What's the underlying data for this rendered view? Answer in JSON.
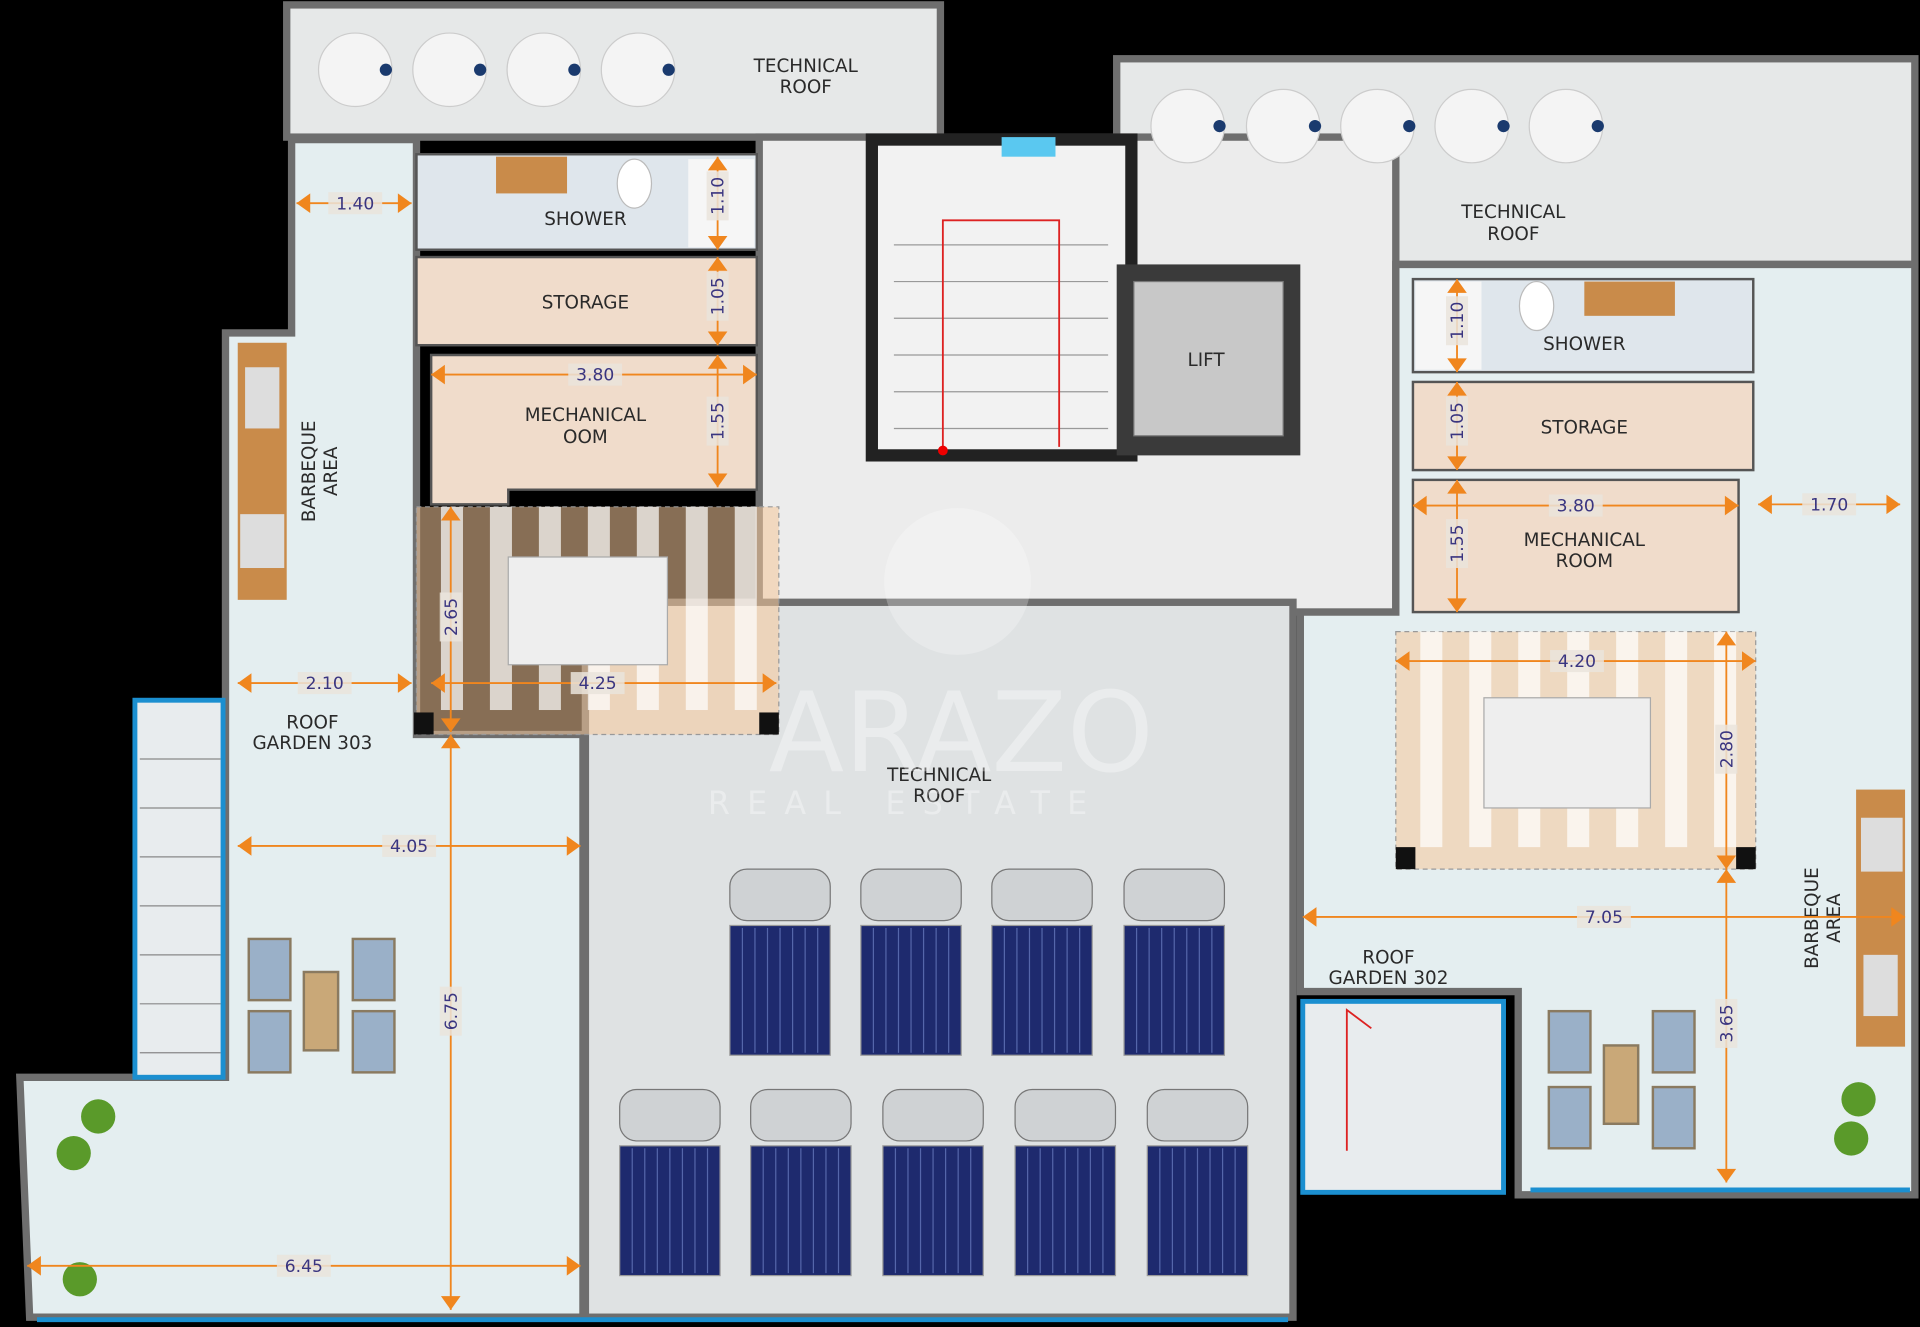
{
  "plan": {
    "rooms": {
      "technical_roof_top_left": [
        "TECHNICAL",
        "ROOF"
      ],
      "technical_roof_top_right": [
        "TECHNICAL",
        "ROOF"
      ],
      "technical_roof_center": [
        "TECHNICAL",
        "ROOF"
      ],
      "shower_left": "SHOWER",
      "storage_left": "STORAGE",
      "mechanical_left": [
        "MECHANICAL",
        "OOM"
      ],
      "shower_right": "SHOWER",
      "storage_right": "STORAGE",
      "mechanical_right": [
        "MECHANICAL",
        "ROOM"
      ],
      "lift": "LIFT",
      "barbeque_left": [
        "BARBEQUE",
        "AREA"
      ],
      "barbeque_right": [
        "BARBEQUE",
        "AREA"
      ],
      "roof_garden_303": [
        "ROOF",
        "GARDEN 303"
      ],
      "roof_garden_302": [
        "ROOF",
        "GARDEN 302"
      ]
    },
    "dimensions": {
      "left_corridor_width": "1.40",
      "left_shower_depth": "1.10",
      "left_storage_depth": "1.05",
      "left_mech_width": "3.80",
      "left_mech_depth": "1.55",
      "left_pergola_depth": "2.65",
      "left_pergola_width": "4.25",
      "left_bbq_width": "2.10",
      "left_garden_width": "4.05",
      "left_garden_depth": "6.75",
      "left_bottom_width": "6.45",
      "right_shower_depth": "1.10",
      "right_storage_depth": "1.05",
      "right_mech_width": "3.80",
      "right_mech_depth": "1.55",
      "right_corridor_width": "1.70",
      "right_pergola_width": "4.20",
      "right_pergola_depth": "2.80",
      "right_garden_width": "7.05",
      "right_garden_depth": "3.65"
    },
    "watermark": {
      "brand": "ARAZO",
      "tagline": "REAL ESTATE"
    }
  },
  "colors": {
    "dimension": "#f0861e",
    "dimension_text": "#3a3580",
    "tile": "#e4eef0",
    "room": "#f0dccb",
    "pergola": "#f5c89a",
    "solar": "#1e2a6e"
  }
}
